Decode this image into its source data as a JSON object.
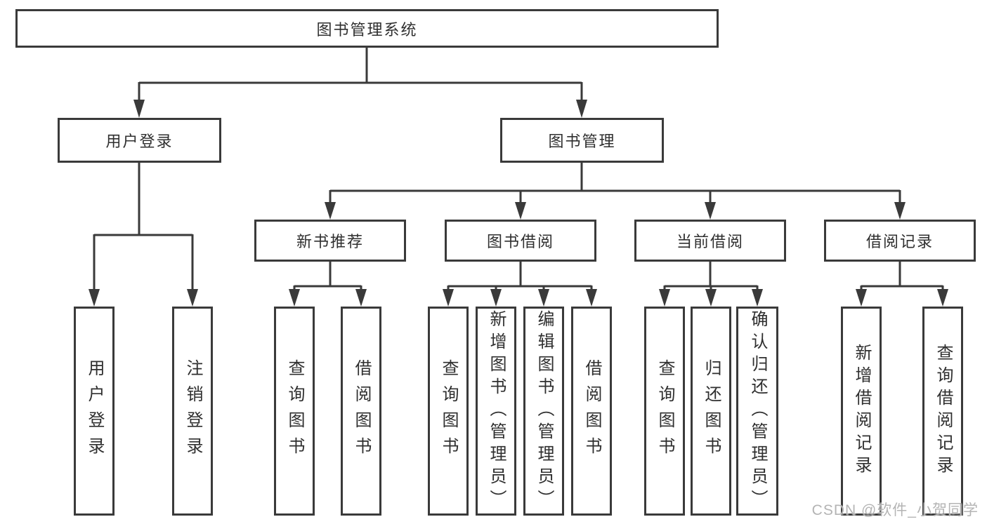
{
  "tree": {
    "root_label": "图书管理系统",
    "branches": [
      {
        "label": "用户登录",
        "children": [
          "用户登录",
          "注销登录"
        ]
      },
      {
        "label": "图书管理",
        "groups": [
          {
            "label": "新书推荐",
            "children": [
              "查询图书",
              "借阅图书"
            ]
          },
          {
            "label": "图书借阅",
            "children": [
              "查询图书",
              "新增图书（管理员）",
              "编辑图书（管理员）",
              "借阅图书"
            ]
          },
          {
            "label": "当前借阅",
            "children": [
              "查询图书",
              "归还图书",
              "确认归还（管理员）"
            ]
          },
          {
            "label": "借阅记录",
            "children": [
              "新增借阅记录",
              "查询借阅记录"
            ]
          }
        ]
      }
    ]
  },
  "watermark": {
    "text": "CSDN @软件_小贺同学"
  },
  "colors": {
    "line": "#3a3a3a",
    "box_border": "#3a3a3a",
    "text": "#2f2f2f",
    "watermark": "#b4b4b4",
    "background": "#ffffff"
  }
}
